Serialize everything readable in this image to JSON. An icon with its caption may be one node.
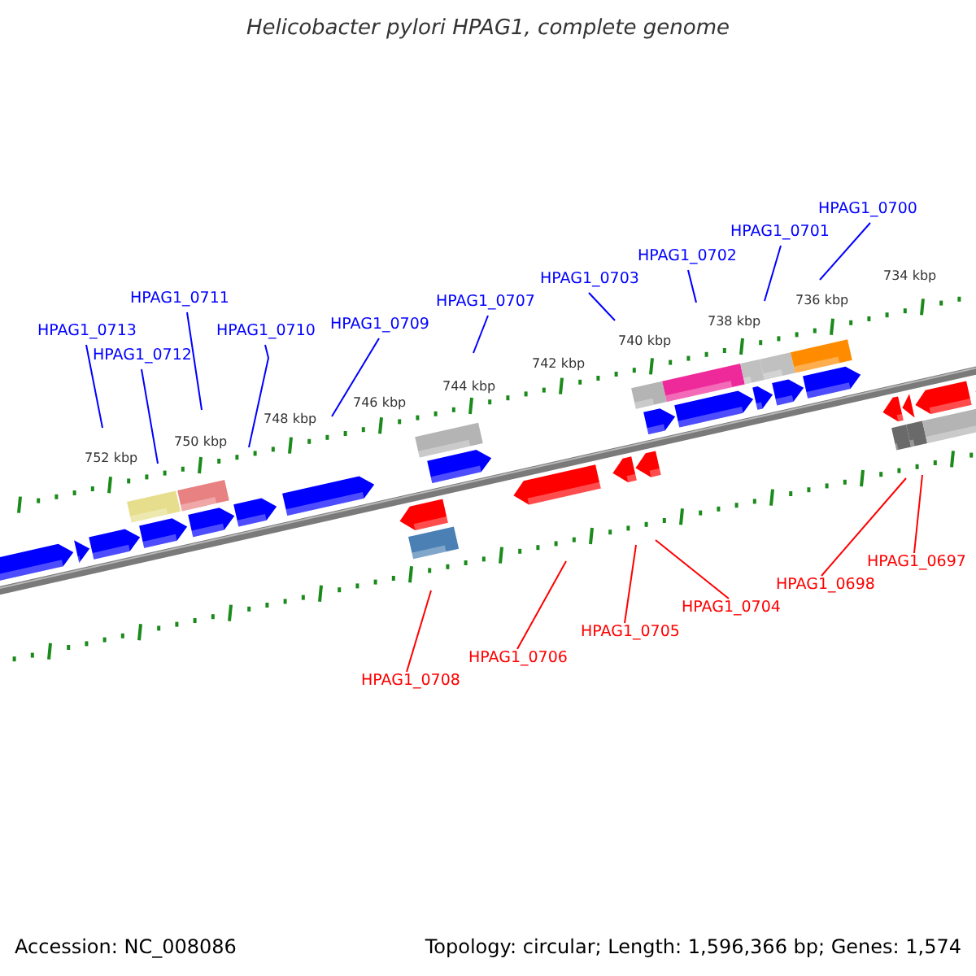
{
  "diagram": {
    "title": "Helicobacter pylori HPAG1, complete genome",
    "nodes": [
      {
        "text": [
          "HPAG1_0713"
        ]
      },
      {
        "text": [
          "HPAG1_0712"
        ]
      },
      {
        "text": [
          "HPAG1_0711"
        ]
      },
      {
        "text": [
          "HPAG1_0710"
        ]
      },
      {
        "text": [
          "HPAG1_0709"
        ]
      },
      {
        "text": [
          "HPAG1_0707"
        ]
      },
      {
        "text": [
          "HPAG1_0703"
        ]
      },
      {
        "text": [
          "HPAG1_0702"
        ]
      },
      {
        "text": [
          "HPAG1_0701"
        ]
      },
      {
        "text": [
          "HPAG1_0700"
        ]
      },
      {
        "text": [
          "HPAG1_0708"
        ]
      },
      {
        "text": [
          "HPAG1_0706"
        ]
      },
      {
        "text": [
          "HPAG1_0705"
        ]
      },
      {
        "text": [
          "HPAG1_0704"
        ]
      },
      {
        "text": [
          "HPAG1_0698"
        ]
      },
      {
        "text": [
          "HPAG1_0697"
        ]
      }
    ],
    "edges": [
      {
        "from": 0,
        "to": null,
        "arrow": "none"
      },
      {
        "from": 1,
        "to": null,
        "arrow": "none"
      },
      {
        "from": 2,
        "to": null,
        "arrow": "none"
      },
      {
        "from": 3,
        "to": null,
        "arrow": "none"
      },
      {
        "from": 4,
        "to": null,
        "arrow": "none"
      },
      {
        "from": 5,
        "to": null,
        "arrow": "none"
      },
      {
        "from": 6,
        "to": null,
        "arrow": "none"
      },
      {
        "from": 7,
        "to": null,
        "arrow": "none"
      },
      {
        "from": 8,
        "to": null,
        "arrow": "none"
      },
      {
        "from": 9,
        "to": null,
        "arrow": "none"
      },
      {
        "from": 10,
        "to": null,
        "arrow": "none",
        "color": "#ff0000"
      },
      {
        "from": 11,
        "to": null,
        "arrow": "none",
        "color": "#ff0000"
      },
      {
        "from": 12,
        "to": null,
        "arrow": "none",
        "color": "#ff0000"
      },
      {
        "from": 13,
        "to": null,
        "arrow": "none",
        "color": "#ff0000"
      },
      {
        "from": 14,
        "to": null,
        "arrow": "none",
        "color": "#ff0000"
      },
      {
        "from": 15,
        "to": null,
        "arrow": "none",
        "color": "#ff0000"
      }
    ],
    "labels": [
      "752 kbp",
      "750 kbp",
      "748 kbp",
      "746 kbp",
      "744 kbp",
      "742 kbp",
      "740 kbp",
      "738 kbp",
      "736 kbp",
      "734 kbp",
      "Accession: NC_008086",
      "Topology: circular; Length: 1,596,366 bp; Genes: 1,574"
    ]
  }
}
